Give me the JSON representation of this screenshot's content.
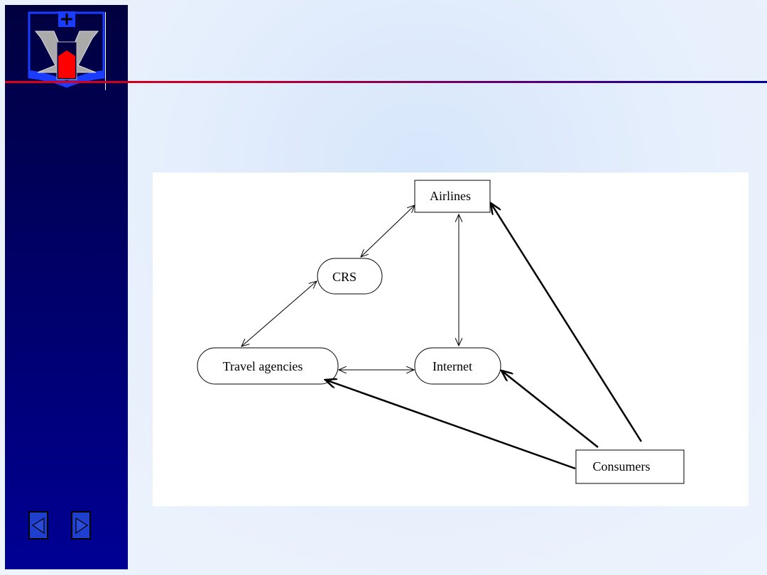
{
  "nav": {
    "prev": "previous-slide",
    "next": "next-slide"
  },
  "diagram": {
    "nodes": {
      "airlines": "Airlines",
      "crs": "CRS",
      "travel": "Travel agencies",
      "internet": "Internet",
      "consumers": "Consumers"
    }
  }
}
